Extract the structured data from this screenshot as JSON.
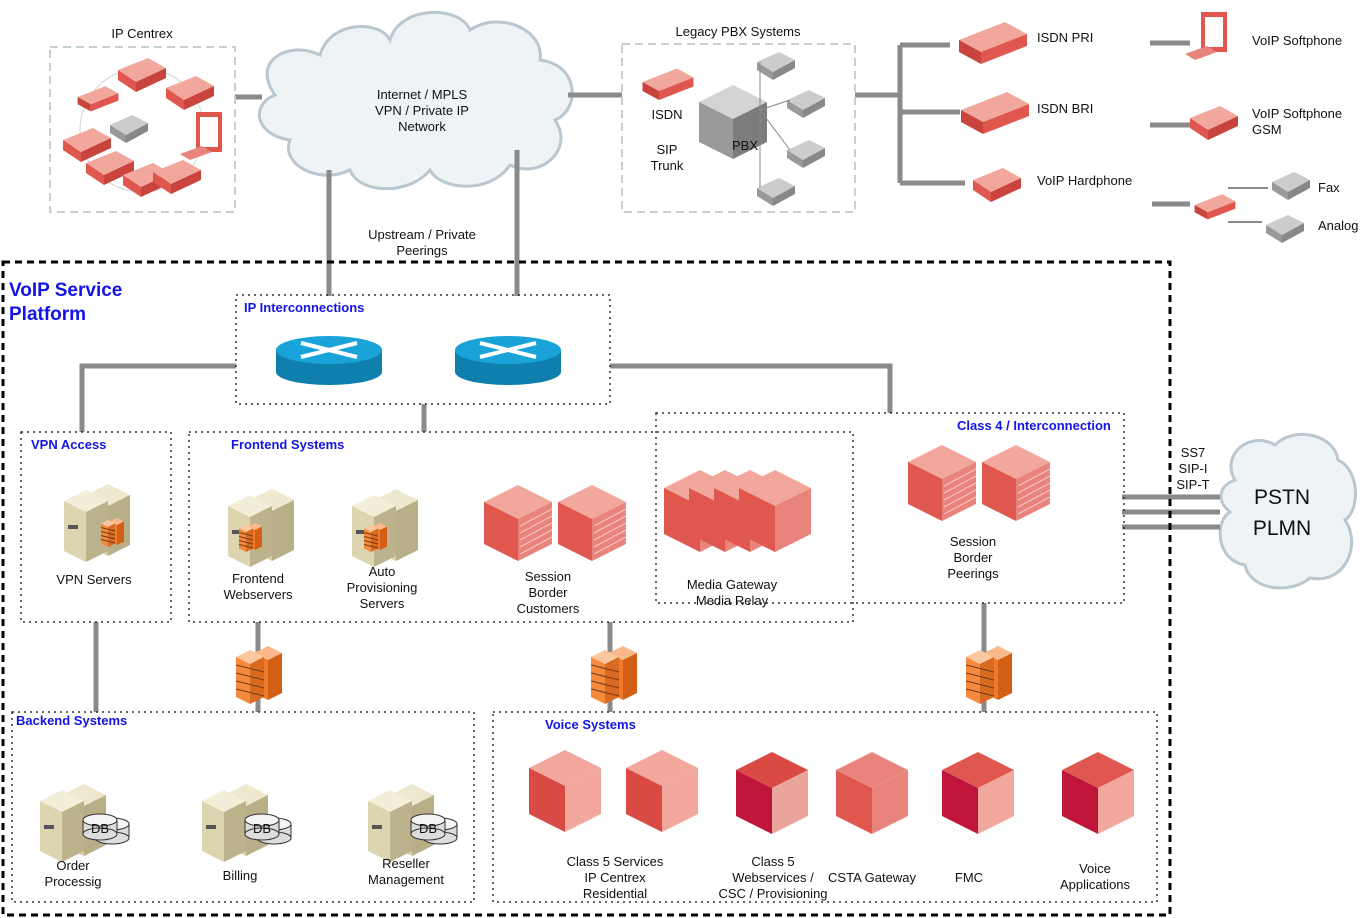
{
  "top": {
    "ip_centrex": "IP Centrex",
    "cloud": [
      "Internet / MPLS",
      "VPN / Private IP",
      "Network"
    ],
    "legacy_pbx": "Legacy PBX Systems",
    "pbx_isdn": "ISDN",
    "pbx_sip": [
      "SIP",
      "Trunk"
    ],
    "pbx_label": "PBX",
    "upstream": [
      "Upstream / Private",
      "Peerings"
    ],
    "isdn_pri": "ISDN PRI",
    "isdn_bri": "ISDN BRI",
    "voip_hardphone": "VoIP Hardphone",
    "voip_softphone": "VoIP Softphone",
    "voip_softphone_gsm": [
      "VoIP Softphone",
      "GSM"
    ],
    "fax": "Fax",
    "analog": "Analog"
  },
  "platform": {
    "title": [
      "VoIP Service",
      "Platform"
    ],
    "ip_interconnections": "IP Interconnections",
    "vpn_access": "VPN Access",
    "vpn_servers": "VPN Servers",
    "frontend_systems": "Frontend Systems",
    "frontend_webservers": [
      "Frontend",
      "Webservers"
    ],
    "auto_provisioning": [
      "Auto",
      "Provisioning",
      "Servers"
    ],
    "sbc_customers": [
      "Session",
      "Border",
      "Customers"
    ],
    "media_gateway": [
      "Media Gateway",
      "Media Relay"
    ],
    "class4": "Class 4 / Interconnection",
    "sbc_peerings": [
      "Session",
      "Border",
      "Peerings"
    ],
    "backend_systems": "Backend Systems",
    "order": [
      "Order",
      "Processig"
    ],
    "billing": "Billing",
    "reseller": [
      "Reseller",
      "Management"
    ],
    "db": "DB",
    "voice_systems": "Voice Systems",
    "class5_services": [
      "Class 5 Services",
      "IP Centrex",
      "Residential"
    ],
    "class5_web": [
      "Class 5",
      "Webservices /",
      "CSC / Provisioning"
    ],
    "csta": "CSTA Gateway",
    "fmc": "FMC",
    "voice_apps": [
      "Voice",
      "Applications"
    ]
  },
  "pstn": {
    "protocols": [
      "SS7",
      "SIP-I",
      "SIP-T"
    ],
    "label": [
      "PSTN",
      "PLMN"
    ]
  },
  "colors": {
    "accent_blue": "#1414e6",
    "device_red": "#e0574f",
    "firewall_orange": "#f07a2a",
    "router_blue": "#1aa3d8",
    "connector_gray": "#8a8a8a"
  }
}
